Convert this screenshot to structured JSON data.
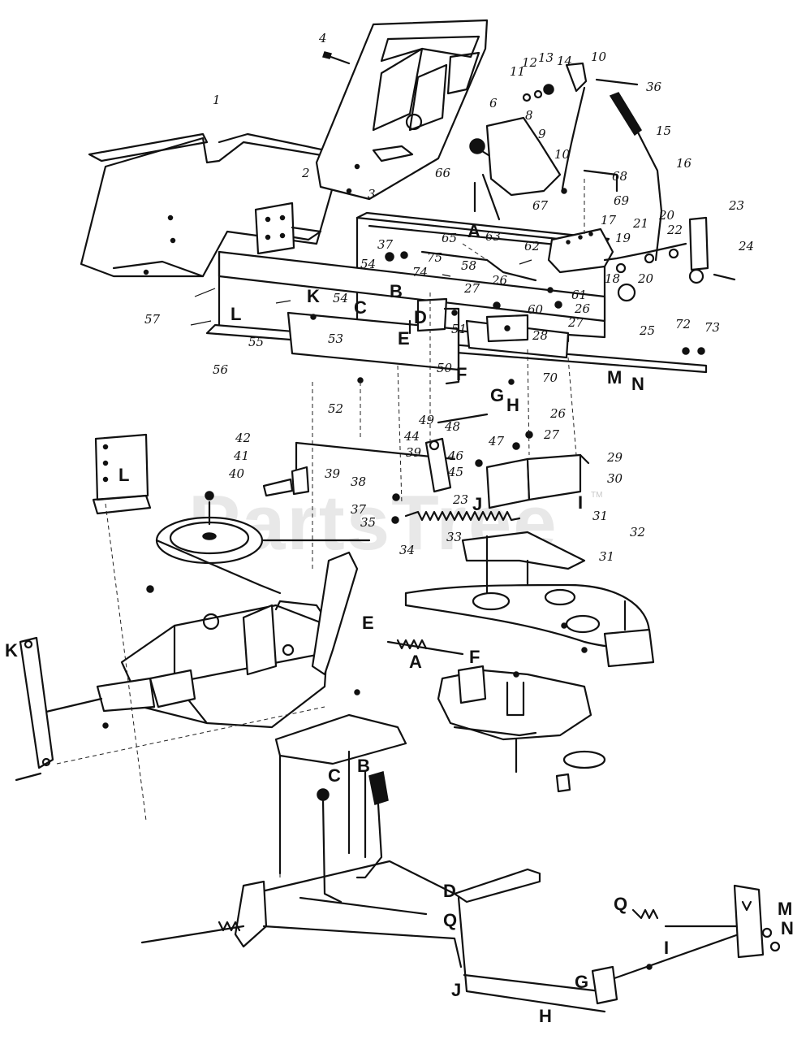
{
  "watermark": {
    "text": "PartsTree",
    "tm": "TM"
  },
  "callouts": {
    "numbers": [
      {
        "id": "c1",
        "label": "1"
      },
      {
        "id": "c2",
        "label": "2"
      },
      {
        "id": "c3",
        "label": "3"
      },
      {
        "id": "c4",
        "label": "4"
      },
      {
        "id": "c6",
        "label": "6"
      },
      {
        "id": "c8",
        "label": "8"
      },
      {
        "id": "c9",
        "label": "9"
      },
      {
        "id": "c10a",
        "label": "10"
      },
      {
        "id": "c10b",
        "label": "10"
      },
      {
        "id": "c11",
        "label": "11"
      },
      {
        "id": "c12",
        "label": "12"
      },
      {
        "id": "c13",
        "label": "13"
      },
      {
        "id": "c14",
        "label": "14"
      },
      {
        "id": "c15",
        "label": "15"
      },
      {
        "id": "c16",
        "label": "16"
      },
      {
        "id": "c17",
        "label": "17"
      },
      {
        "id": "c18",
        "label": "18"
      },
      {
        "id": "c19",
        "label": "19"
      },
      {
        "id": "c20a",
        "label": "20"
      },
      {
        "id": "c20b",
        "label": "20"
      },
      {
        "id": "c21",
        "label": "21"
      },
      {
        "id": "c22",
        "label": "22"
      },
      {
        "id": "c23a",
        "label": "23"
      },
      {
        "id": "c23b",
        "label": "23"
      },
      {
        "id": "c24",
        "label": "24"
      },
      {
        "id": "c25",
        "label": "25"
      },
      {
        "id": "c26a",
        "label": "26"
      },
      {
        "id": "c26b",
        "label": "26"
      },
      {
        "id": "c26c",
        "label": "26"
      },
      {
        "id": "c27a",
        "label": "27"
      },
      {
        "id": "c27b",
        "label": "27"
      },
      {
        "id": "c27c",
        "label": "27"
      },
      {
        "id": "c28",
        "label": "28"
      },
      {
        "id": "c29",
        "label": "29"
      },
      {
        "id": "c30",
        "label": "30"
      },
      {
        "id": "c31a",
        "label": "31"
      },
      {
        "id": "c31b",
        "label": "31"
      },
      {
        "id": "c32",
        "label": "32"
      },
      {
        "id": "c33",
        "label": "33"
      },
      {
        "id": "c34",
        "label": "34"
      },
      {
        "id": "c35",
        "label": "35"
      },
      {
        "id": "c36",
        "label": "36"
      },
      {
        "id": "c37a",
        "label": "37"
      },
      {
        "id": "c37b",
        "label": "37"
      },
      {
        "id": "c38",
        "label": "38"
      },
      {
        "id": "c39a",
        "label": "39"
      },
      {
        "id": "c39b",
        "label": "39"
      },
      {
        "id": "c40",
        "label": "40"
      },
      {
        "id": "c41",
        "label": "41"
      },
      {
        "id": "c42",
        "label": "42"
      },
      {
        "id": "c44",
        "label": "44"
      },
      {
        "id": "c45",
        "label": "45"
      },
      {
        "id": "c46",
        "label": "46"
      },
      {
        "id": "c47",
        "label": "47"
      },
      {
        "id": "c48",
        "label": "48"
      },
      {
        "id": "c49",
        "label": "49"
      },
      {
        "id": "c50",
        "label": "50"
      },
      {
        "id": "c51",
        "label": "51"
      },
      {
        "id": "c52",
        "label": "52"
      },
      {
        "id": "c53",
        "label": "53"
      },
      {
        "id": "c54a",
        "label": "54"
      },
      {
        "id": "c54b",
        "label": "54"
      },
      {
        "id": "c55",
        "label": "55"
      },
      {
        "id": "c56",
        "label": "56"
      },
      {
        "id": "c57",
        "label": "57"
      },
      {
        "id": "c58",
        "label": "58"
      },
      {
        "id": "c60",
        "label": "60"
      },
      {
        "id": "c61",
        "label": "61"
      },
      {
        "id": "c62",
        "label": "62"
      },
      {
        "id": "c63",
        "label": "63"
      },
      {
        "id": "c65",
        "label": "65"
      },
      {
        "id": "c66",
        "label": "66"
      },
      {
        "id": "c67",
        "label": "67"
      },
      {
        "id": "c68",
        "label": "68"
      },
      {
        "id": "c69",
        "label": "69"
      },
      {
        "id": "c70",
        "label": "70"
      },
      {
        "id": "c72",
        "label": "72"
      },
      {
        "id": "c73",
        "label": "73"
      },
      {
        "id": "c74",
        "label": "74"
      },
      {
        "id": "c75",
        "label": "75"
      }
    ],
    "letters": [
      {
        "id": "lA1",
        "label": "A"
      },
      {
        "id": "lA2",
        "label": "A"
      },
      {
        "id": "lB1",
        "label": "B"
      },
      {
        "id": "lB2",
        "label": "B"
      },
      {
        "id": "lC1",
        "label": "C"
      },
      {
        "id": "lC2",
        "label": "C"
      },
      {
        "id": "lD1",
        "label": "D"
      },
      {
        "id": "lD2",
        "label": "D"
      },
      {
        "id": "lE1",
        "label": "E"
      },
      {
        "id": "lE2",
        "label": "E"
      },
      {
        "id": "lF1",
        "label": "F"
      },
      {
        "id": "lF2",
        "label": "F"
      },
      {
        "id": "lG1",
        "label": "G"
      },
      {
        "id": "lG2",
        "label": "G"
      },
      {
        "id": "lH1",
        "label": "H"
      },
      {
        "id": "lH2",
        "label": "H"
      },
      {
        "id": "lI1",
        "label": "I"
      },
      {
        "id": "lI2",
        "label": "I"
      },
      {
        "id": "lJ1",
        "label": "J"
      },
      {
        "id": "lJ2",
        "label": "J"
      },
      {
        "id": "lK1",
        "label": "K"
      },
      {
        "id": "lK2",
        "label": "K"
      },
      {
        "id": "lL1",
        "label": "L"
      },
      {
        "id": "lL2",
        "label": "L"
      },
      {
        "id": "lM1",
        "label": "M"
      },
      {
        "id": "lM2",
        "label": "M"
      },
      {
        "id": "lN1",
        "label": "N"
      },
      {
        "id": "lN2",
        "label": "N"
      },
      {
        "id": "lQ1",
        "label": "Q"
      },
      {
        "id": "lQ2",
        "label": "Q"
      }
    ]
  }
}
